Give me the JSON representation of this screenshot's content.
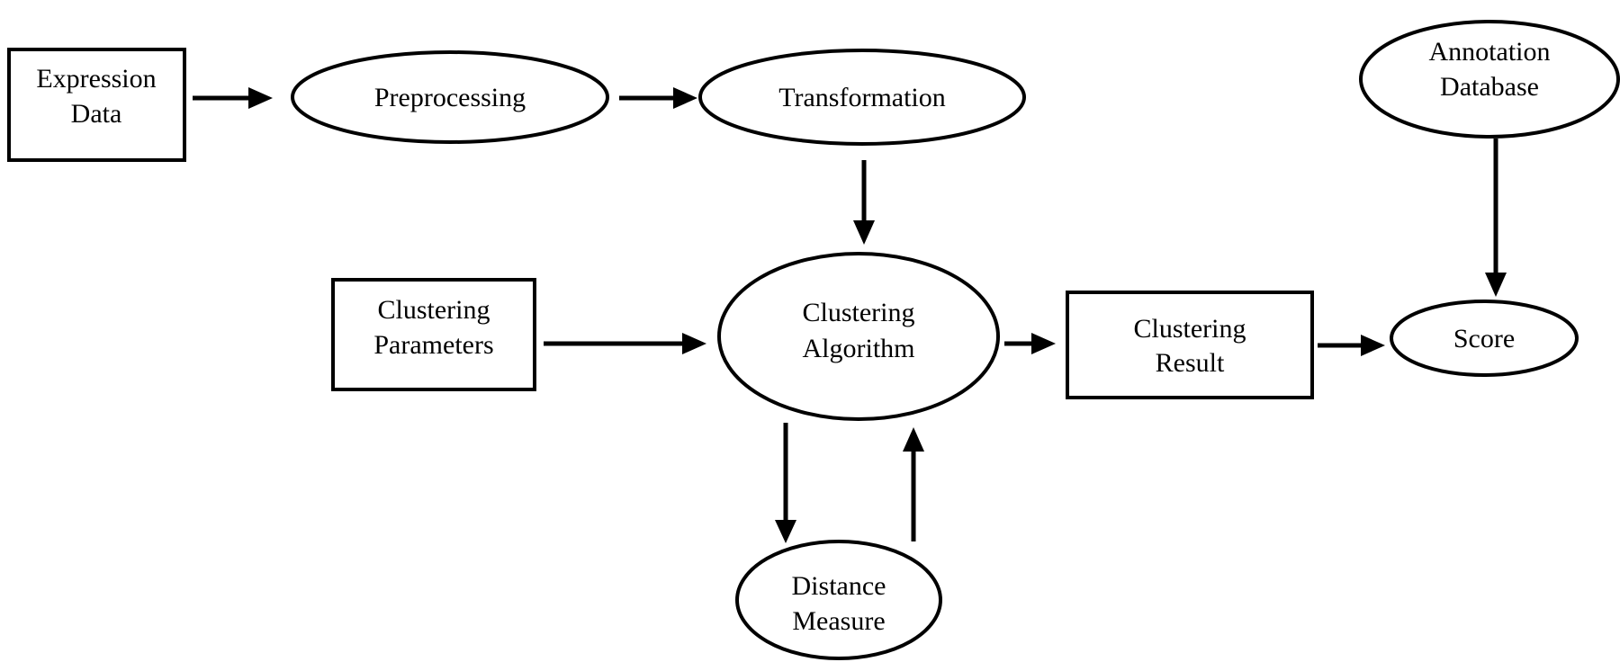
{
  "nodes": {
    "expression_data": {
      "line1": "Expression",
      "line2": "Data"
    },
    "preprocessing": {
      "line1": "Preprocessing"
    },
    "transformation": {
      "line1": "Transformation"
    },
    "annotation_database": {
      "line1": "Annotation",
      "line2": "Database"
    },
    "clustering_parameters": {
      "line1": "Clustering",
      "line2": "Parameters"
    },
    "clustering_algorithm": {
      "line1": "Clustering",
      "line2": "Algorithm"
    },
    "clustering_result": {
      "line1": "Clustering",
      "line2": "Result"
    },
    "score": {
      "line1": "Score"
    },
    "distance_measure": {
      "line1": "Distance",
      "line2": "Measure"
    }
  },
  "colors": {
    "stroke": "#000000",
    "fill": "#ffffff"
  }
}
